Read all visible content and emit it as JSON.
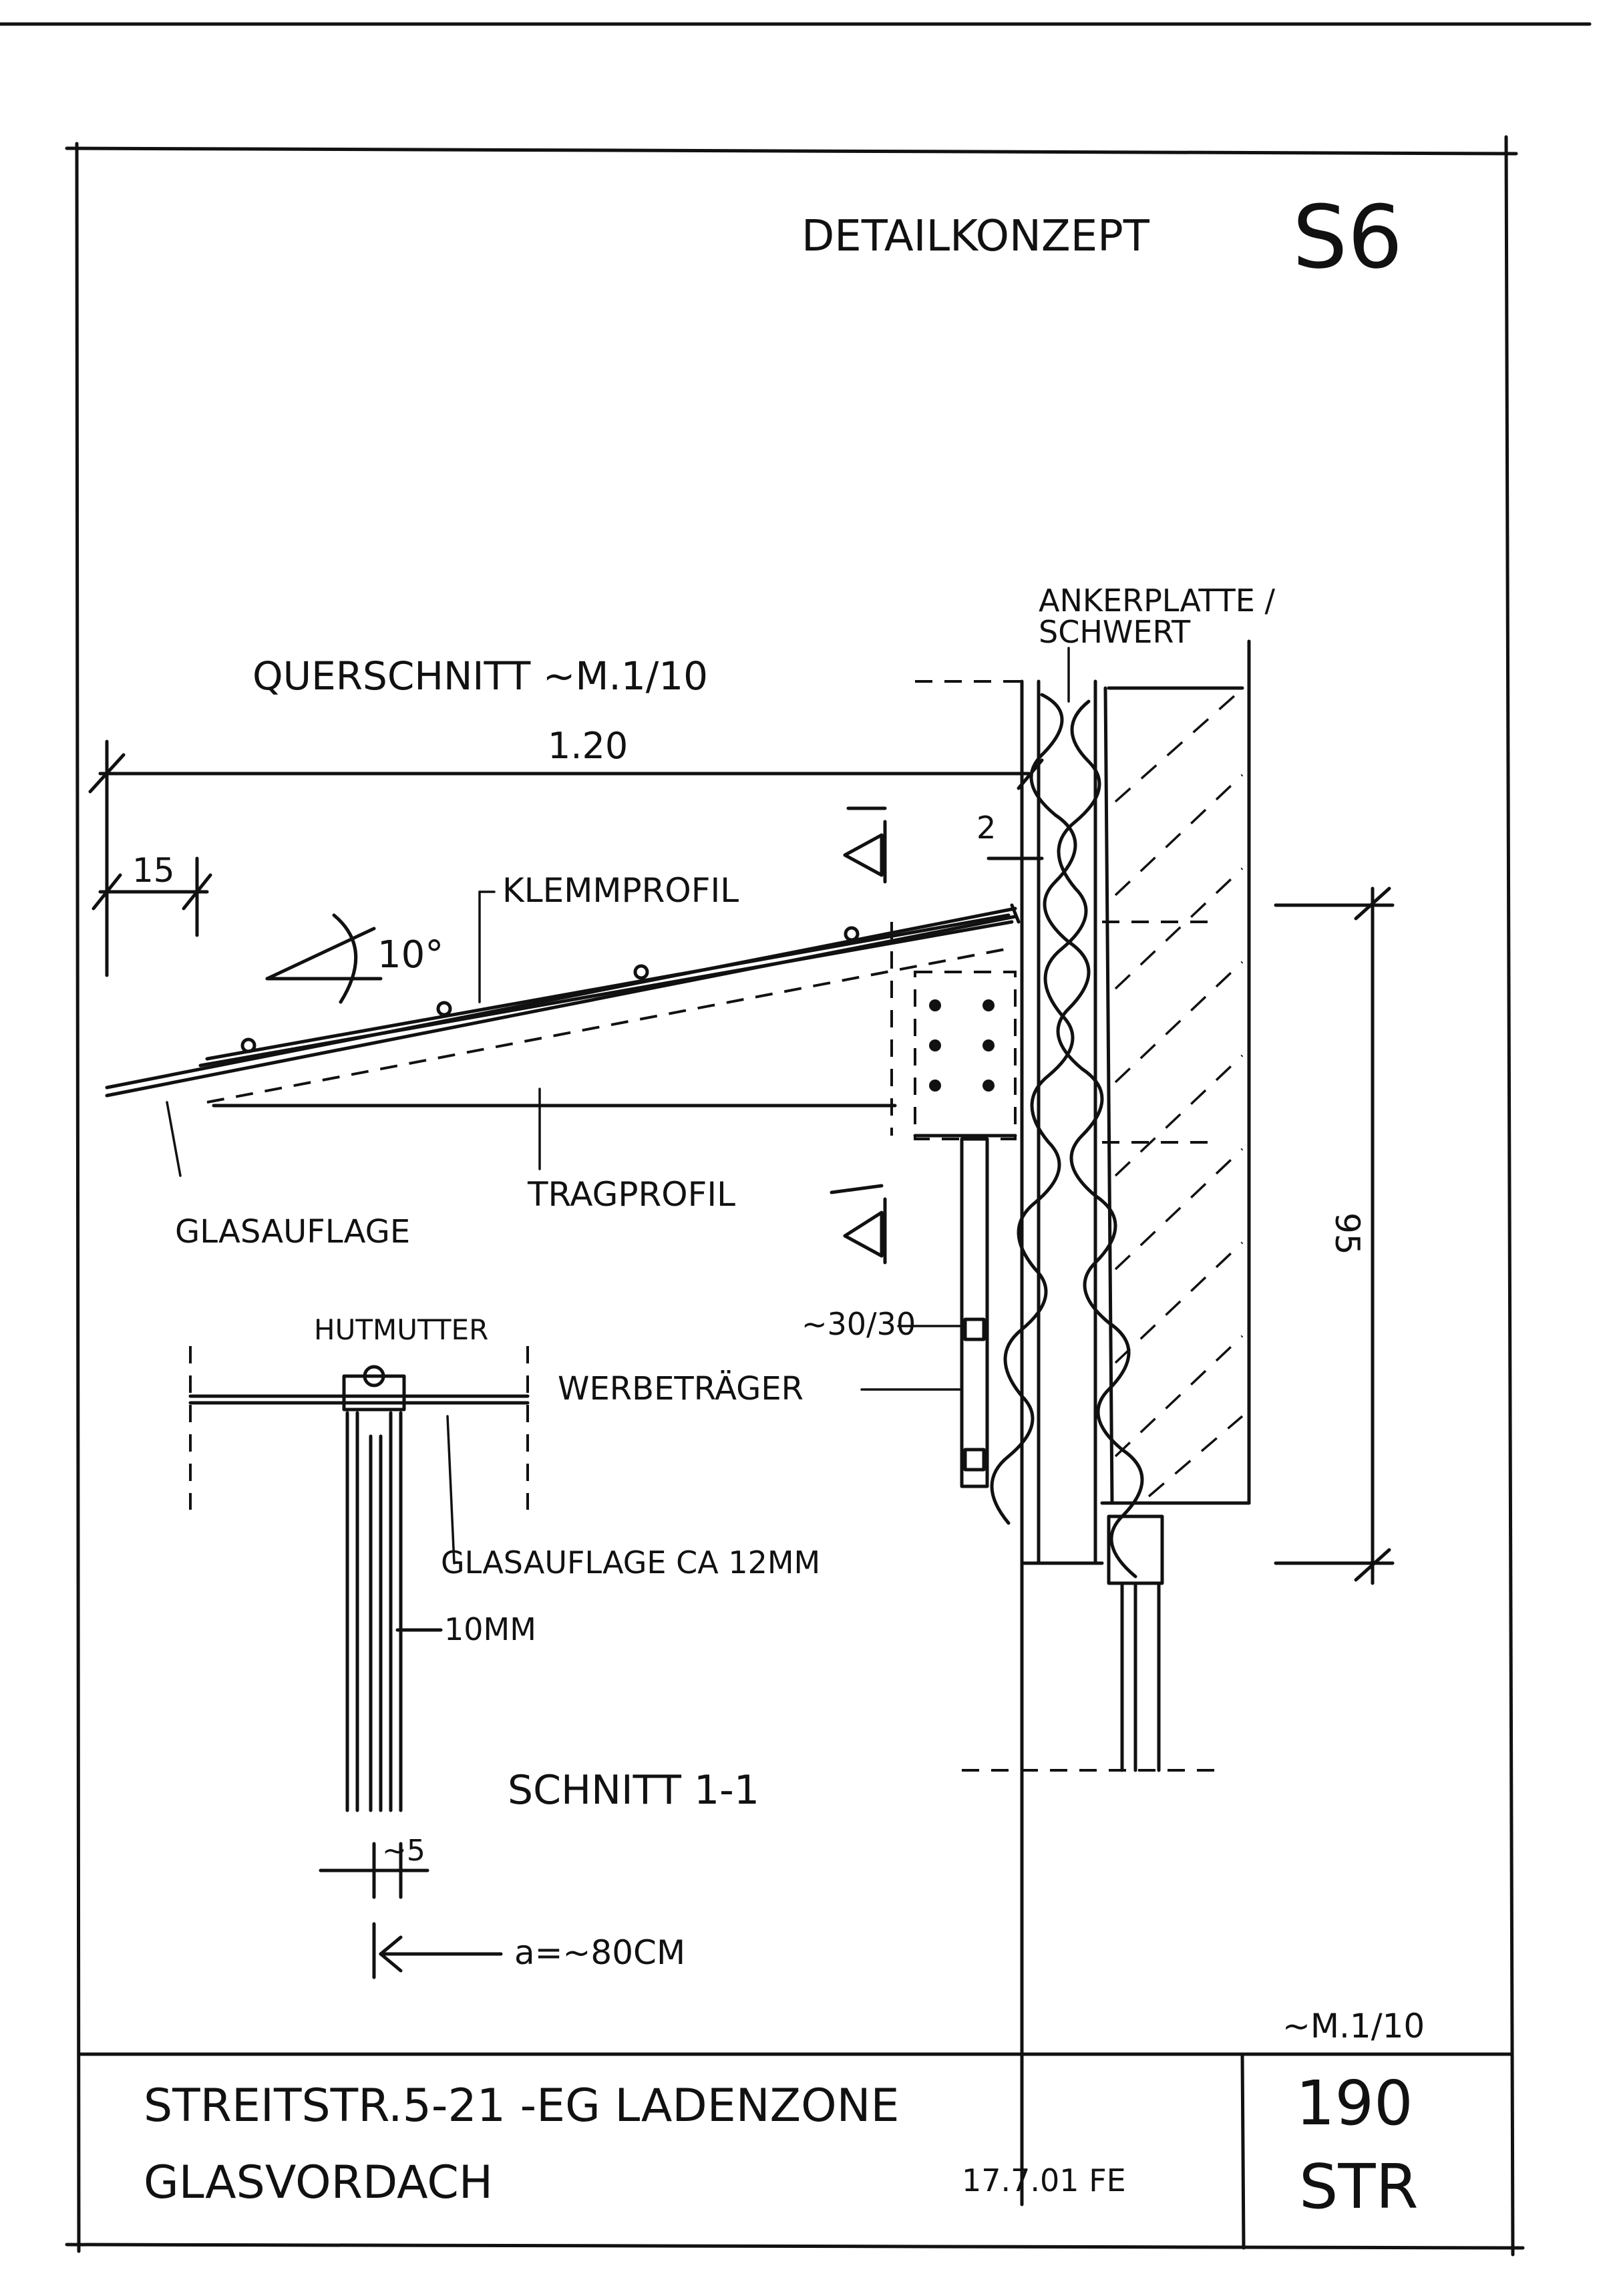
{
  "header": {
    "title": "DETAILKONZEPT",
    "sheet_code": "S6"
  },
  "section_main": {
    "title": "QUERSCHNITT ~M.1/10",
    "dim_overall": "1.20",
    "dim_edge": "15",
    "angle": "10°",
    "dim_gap": "2",
    "dim_height": "95",
    "labels": {
      "klemmprofil": "KLEMMPROFIL",
      "glasauflage": "GLASAUFLAGE",
      "tragprofil": "TRAGPROFIL",
      "ankerplatte_1": "ANKERPLATTE /",
      "ankerplatte_2": "SCHWERT",
      "profile_size": "~30/30",
      "werbetraeger": "WERBETRÄGER"
    }
  },
  "section_cut": {
    "hutmutter": "HUTMUTTER",
    "glasauflage": "GLASAUFLAGE CA 12MM",
    "thickness": "10MM",
    "title": "SCHNITT 1-1",
    "dim_gap": "~5",
    "spacing": "a=~80CM"
  },
  "title_block": {
    "scale": "~M.1/10",
    "line1": "STREITSTR.5-21 -EG LADENZONE",
    "line2": "GLASVORDACH",
    "date": "17.7.01 FE",
    "number": "190",
    "code": "STR"
  }
}
